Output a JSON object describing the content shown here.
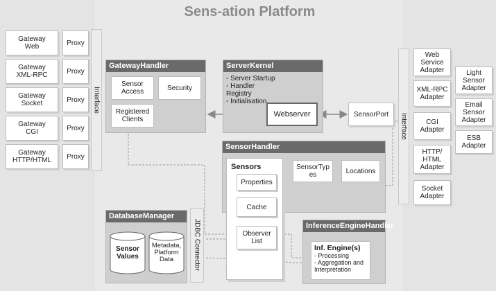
{
  "title": "Sens-ation Platform",
  "left": {
    "gateways": [
      {
        "label": "Gateway\nWeb",
        "proxy": "Proxy"
      },
      {
        "label": "Gateway\nXML-RPC",
        "proxy": "Proxy"
      },
      {
        "label": "Gateway\nSocket",
        "proxy": "Proxy"
      },
      {
        "label": "Gateway\nCGI",
        "proxy": "Proxy"
      },
      {
        "label": "Gateway\nHTTP/HTML",
        "proxy": "Proxy"
      }
    ],
    "interface_label": "Interface"
  },
  "gateway_handler": {
    "title": "GatewayHandler",
    "sensor_access": "Sensor\nAccess",
    "security": "Security",
    "registered_clients": "Registered\nClients"
  },
  "server_kernel": {
    "title": "ServerKernel",
    "items": "- Server Startup\n- Handler\nRegistry\n- Initialisation",
    "webserver": "Webserver"
  },
  "sensor_port": "SensorPort",
  "sensor_handler": {
    "title": "SensorHandler",
    "sensors": "Sensors",
    "properties": "Properties",
    "cache": "Cache",
    "observer_list": "Observer\nList",
    "sensor_types": "SensorTyp\nes",
    "locations": "Locations"
  },
  "database_manager": {
    "title": "DatabaseManager",
    "sensor_values": "Sensor\nValues",
    "metadata": "Metadata,\nPlatform\nData",
    "jdbc": "JDBC Connector"
  },
  "inference": {
    "title": "InferenceEngineHandler",
    "engine_title": "Inf. Engine(s)",
    "engine_items": "- Processing\n- Aggregation and\nInterpretation"
  },
  "right": {
    "interface_label": "Interface",
    "adapters": [
      "Web\nService\nAdapter",
      "XML-RPC\nAdapter",
      "CGI\nAdapter",
      "HTTP/\nHTML\nAdapter",
      "Socket\nAdapter"
    ],
    "sensor_adapters": [
      "Light\nSensor\nAdapter",
      "Email\nSensor\nAdapter",
      "ESB\nAdapter"
    ]
  }
}
